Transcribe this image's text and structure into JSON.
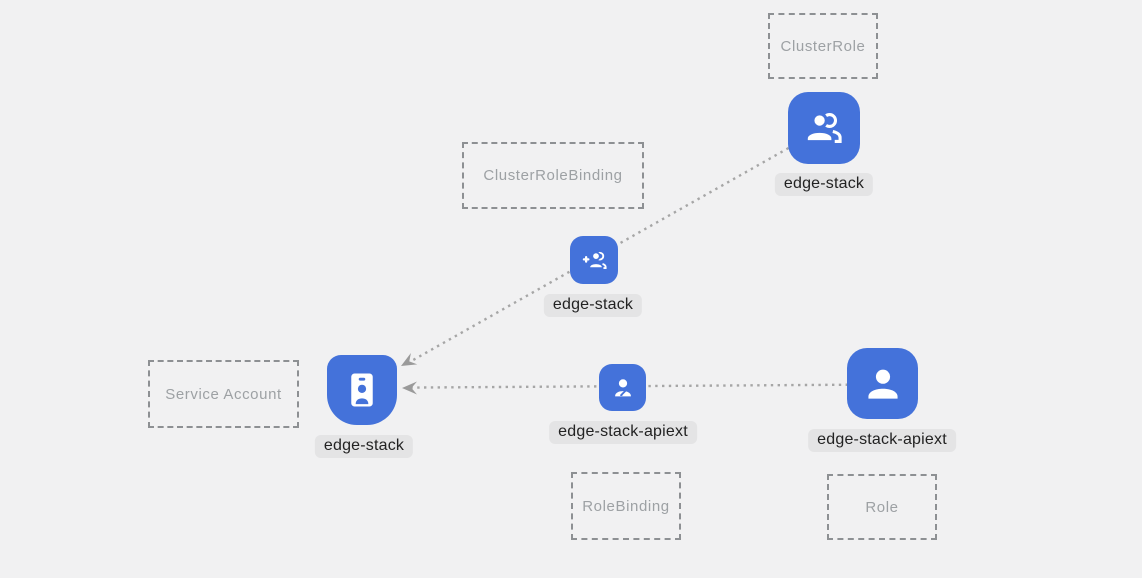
{
  "diagram": {
    "background": "#f1f1f2",
    "colors": {
      "icon_blue": "#4472da",
      "label_background": "#e4e4e5",
      "label_text": "#222222",
      "kind_box_border": "#8d9093",
      "kind_box_text": "#9da1a4",
      "dotted_line": "#a6a6a6",
      "arrowhead": "#9a9a9a"
    },
    "kind_boxes": [
      {
        "label": "ClusterRole"
      },
      {
        "label": "ClusterRoleBinding"
      },
      {
        "label": "Service Account"
      },
      {
        "label": "RoleBinding"
      },
      {
        "label": "Role"
      }
    ],
    "nodes": [
      {
        "label": "edge-stack",
        "kind": "ClusterRole",
        "icon": "group-icon"
      },
      {
        "label": "edge-stack",
        "kind": "ClusterRoleBinding",
        "icon": "person-add-icon"
      },
      {
        "label": "edge-stack",
        "kind": "Service Account",
        "icon": "badge-icon"
      },
      {
        "label": "edge-stack-apiext",
        "kind": "RoleBinding",
        "icon": "person-edit-icon"
      },
      {
        "label": "edge-stack-apiext",
        "kind": "Role",
        "icon": "person-icon"
      }
    ],
    "edges": [
      {
        "from": "edge-stack (ClusterRole)",
        "via": "edge-stack (ClusterRoleBinding)",
        "to": "edge-stack (Service Account)",
        "style": "dotted-arrow"
      },
      {
        "from": "edge-stack-apiext (Role)",
        "via": "edge-stack-apiext (RoleBinding)",
        "to": "edge-stack (Service Account)",
        "style": "dotted-arrow"
      }
    ]
  }
}
